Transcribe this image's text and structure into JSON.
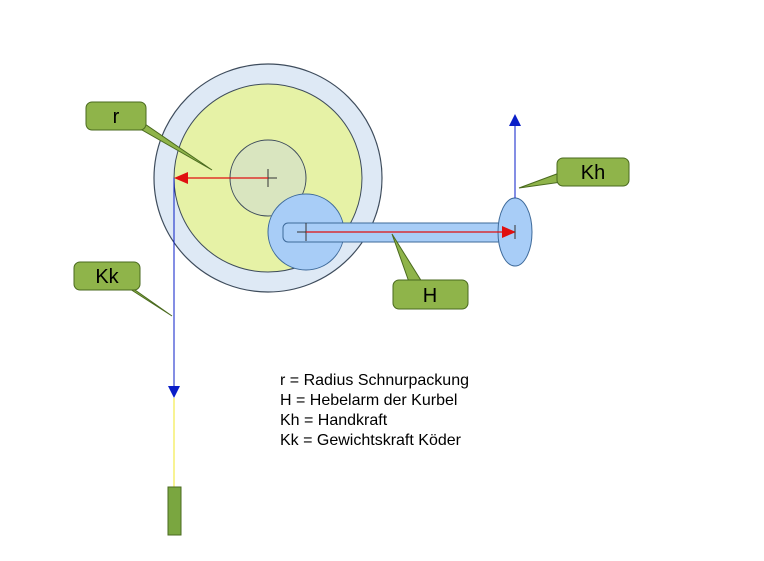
{
  "labels": {
    "r": "r",
    "kh": "Kh",
    "kk": "Kk",
    "h": "H"
  },
  "legend": [
    "r = Radius Schnurpackung",
    "H = Hebelarm der Kurbel",
    "Kh = Handkraft",
    "Kk = Gewichtskraft Köder"
  ],
  "colors": {
    "spool_outer": "#dee9f5",
    "spool_rim": "#3e4c5c",
    "spool_inner": "#e6f2a6",
    "hub": "#d9e5bf",
    "crank": "#a8cdf7",
    "callout": "#8fb44a",
    "callout_border": "#4a6a1f",
    "force_arrow": "#0a1ec8",
    "radius_arrow": "#e01010",
    "line": "#f4ee66",
    "weight": "#7aa640"
  }
}
